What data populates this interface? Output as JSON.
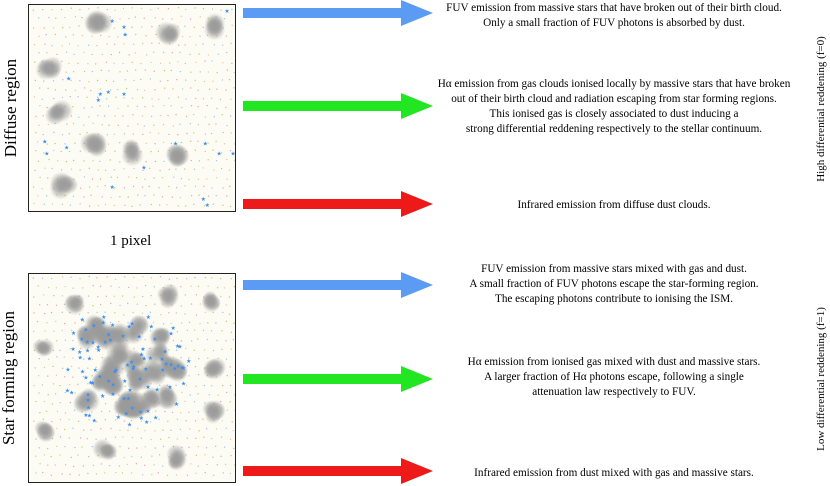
{
  "colors": {
    "fuv_arrow": "#5b9bf3",
    "halpha_arrow": "#22e622",
    "ir_arrow": "#ee1a1a",
    "star": "#3b8ff0",
    "cloud": "#9a9a9a",
    "panel_bg": "#fdfcf4"
  },
  "icons": {
    "star": "star-icon",
    "cloud": "gas-cloud-icon"
  },
  "diffuse": {
    "label": "Diffuse region",
    "side_label": "High differential reddening (f=0)",
    "fuv_text": [
      "FUV emission from massive stars that have broken out of their birth cloud.",
      "Only a small fraction of FUV photons is absorbed by dust."
    ],
    "halpha_text": [
      "Hα emission from gas clouds ionised locally by massive stars that have broken",
      "out of their birth cloud and radiation escaping from star forming regions.",
      "This ionised gas is closely associated to dust inducing a",
      "strong differential reddening respectively to the stellar continuum."
    ],
    "ir_text": [
      "Infrared emission from diffuse dust clouds."
    ]
  },
  "pixel_label": "1 pixel",
  "star_forming": {
    "label": "Star forming region",
    "side_label": "Low differential reddening (f=1)",
    "fuv_text": [
      "FUV emission from massive stars mixed with gas and dust.",
      "A small fraction of FUV photons escape the star-forming region.",
      "The escaping photons contribute to ionising the ISM."
    ],
    "halpha_text": [
      "Hα emission from ionised gas mixed with dust and massive stars.",
      "A larger fraction of Hα photons escape, following a single",
      "attenuation law respectively to FUV."
    ],
    "ir_text": [
      "Infrared emission from dust mixed with gas and massive stars."
    ]
  }
}
